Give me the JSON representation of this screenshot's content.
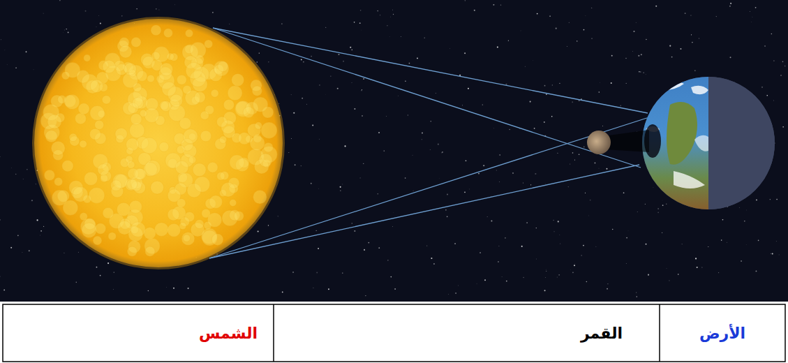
{
  "diagram": {
    "labels": [
      "الأرض",
      "القمر",
      "الشمس"
    ]
  }
}
